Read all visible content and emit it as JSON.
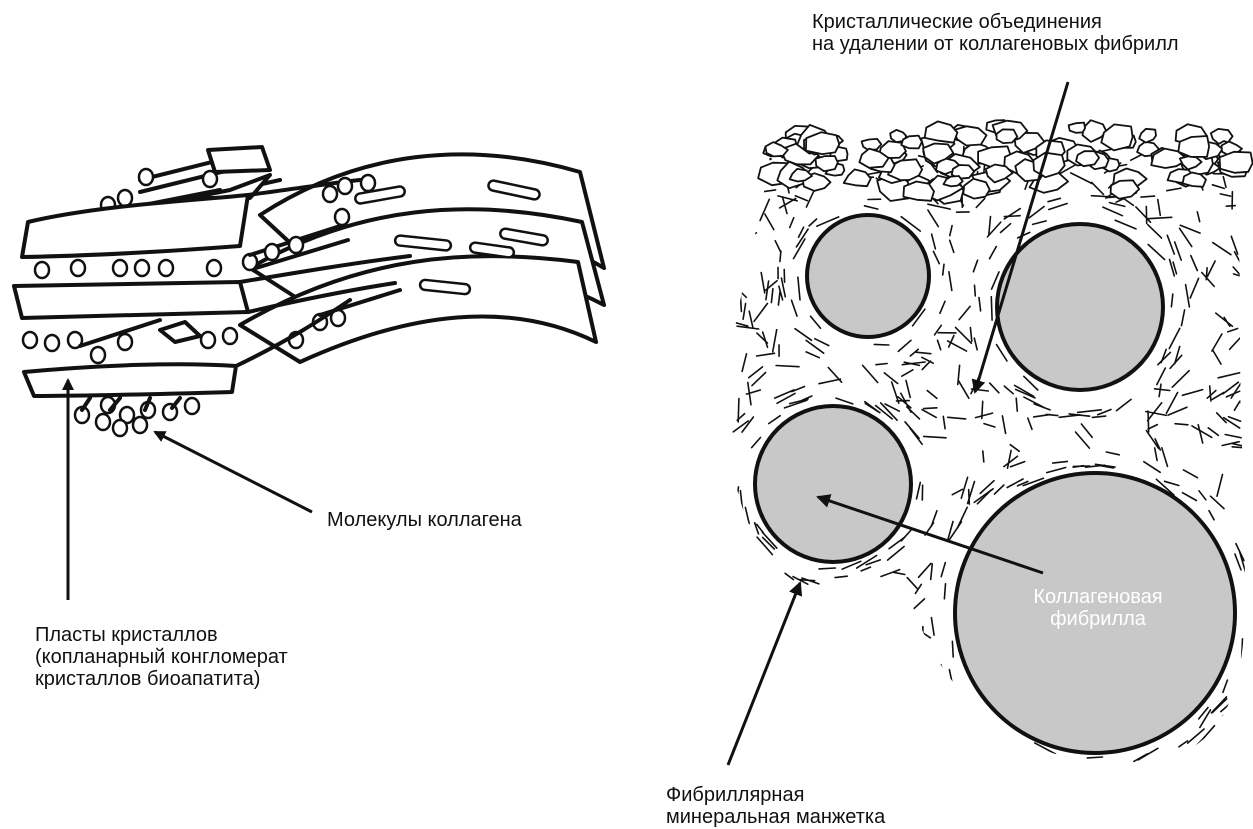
{
  "labels": {
    "crystal_aggregates": [
      "Кристаллические объединения",
      "на удалении от коллагеновых фибрилл"
    ],
    "collagen_molecules": "Молекулы коллагена",
    "crystal_plates": [
      "Пласты кристаллов",
      "(копланарный конгломерат",
      "кристаллов биоапатита)"
    ],
    "collagen_fibril": [
      "Коллагеновая",
      "фибрилла"
    ],
    "mineral_cuff": [
      "Фибриллярная",
      "минеральная манжетка"
    ]
  },
  "colors": {
    "fibril_fill": "#c8c8c8",
    "ink": "#111111",
    "background": "#ffffff"
  }
}
